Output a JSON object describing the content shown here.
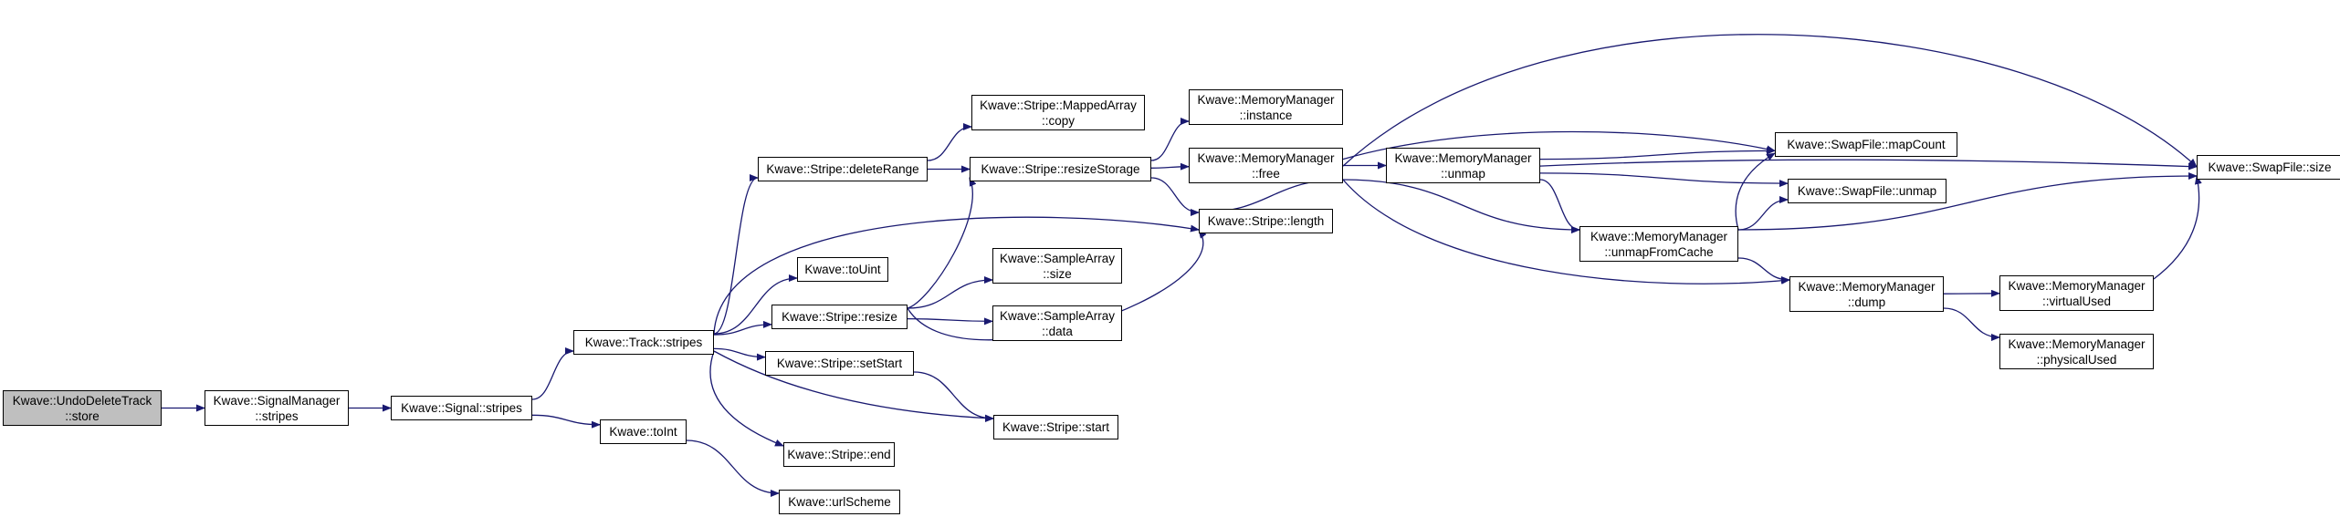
{
  "colors": {
    "edge": "#191970",
    "root_fill": "#bfbfbf",
    "node_fill": "#ffffff",
    "border": "#000000"
  },
  "nodes": [
    {
      "id": "n_undo_store",
      "lines": [
        "Kwave::UndoDeleteTrack",
        "::store"
      ],
      "root": true
    },
    {
      "id": "n_sigmgr_stripes",
      "lines": [
        "Kwave::SignalManager",
        "::stripes"
      ]
    },
    {
      "id": "n_signal_stripes",
      "lines": [
        "Kwave::Signal::stripes"
      ]
    },
    {
      "id": "n_track_stripes",
      "lines": [
        "Kwave::Track::stripes"
      ]
    },
    {
      "id": "n_toint",
      "lines": [
        "Kwave::toInt"
      ]
    },
    {
      "id": "n_deleterange",
      "lines": [
        "Kwave::Stripe::deleteRange"
      ]
    },
    {
      "id": "n_touint",
      "lines": [
        "Kwave::toUint"
      ]
    },
    {
      "id": "n_resize",
      "lines": [
        "Kwave::Stripe::resize"
      ]
    },
    {
      "id": "n_setstart",
      "lines": [
        "Kwave::Stripe::setStart"
      ]
    },
    {
      "id": "n_end",
      "lines": [
        "Kwave::Stripe::end"
      ]
    },
    {
      "id": "n_urlscheme",
      "lines": [
        "Kwave::urlScheme"
      ]
    },
    {
      "id": "n_mapped_copy",
      "lines": [
        "Kwave::Stripe::MappedArray",
        "::copy"
      ]
    },
    {
      "id": "n_resizestorage",
      "lines": [
        "Kwave::Stripe::resizeStorage"
      ]
    },
    {
      "id": "n_sa_size",
      "lines": [
        "Kwave::SampleArray",
        "::size"
      ]
    },
    {
      "id": "n_sa_data",
      "lines": [
        "Kwave::SampleArray",
        "::data"
      ]
    },
    {
      "id": "n_start",
      "lines": [
        "Kwave::Stripe::start"
      ]
    },
    {
      "id": "n_mm_instance",
      "lines": [
        "Kwave::MemoryManager",
        "::instance"
      ]
    },
    {
      "id": "n_mm_free",
      "lines": [
        "Kwave::MemoryManager",
        "::free"
      ]
    },
    {
      "id": "n_length",
      "lines": [
        "Kwave::Stripe::length"
      ]
    },
    {
      "id": "n_mm_unmap",
      "lines": [
        "Kwave::MemoryManager",
        "::unmap"
      ]
    },
    {
      "id": "n_mm_unmapcache",
      "lines": [
        "Kwave::MemoryManager",
        "::unmapFromCache"
      ]
    },
    {
      "id": "n_mm_dump",
      "lines": [
        "Kwave::MemoryManager",
        "::dump"
      ]
    },
    {
      "id": "n_sf_mapcount",
      "lines": [
        "Kwave::SwapFile::mapCount"
      ]
    },
    {
      "id": "n_sf_unmap",
      "lines": [
        "Kwave::SwapFile::unmap"
      ]
    },
    {
      "id": "n_mm_virtual",
      "lines": [
        "Kwave::MemoryManager",
        "::virtualUsed"
      ]
    },
    {
      "id": "n_mm_physical",
      "lines": [
        "Kwave::MemoryManager",
        "::physicalUsed"
      ]
    },
    {
      "id": "n_sf_size",
      "lines": [
        "Kwave::SwapFile::size"
      ]
    }
  ],
  "edges": [
    {
      "from": "n_undo_store",
      "to": "n_sigmgr_stripes"
    },
    {
      "from": "n_sigmgr_stripes",
      "to": "n_signal_stripes"
    },
    {
      "from": "n_signal_stripes",
      "to": "n_track_stripes"
    },
    {
      "from": "n_signal_stripes",
      "to": "n_toint"
    },
    {
      "from": "n_track_stripes",
      "to": "n_deleterange"
    },
    {
      "from": "n_track_stripes",
      "to": "n_length"
    },
    {
      "from": "n_track_stripes",
      "to": "n_touint"
    },
    {
      "from": "n_track_stripes",
      "to": "n_resize"
    },
    {
      "from": "n_track_stripes",
      "to": "n_setstart"
    },
    {
      "from": "n_track_stripes",
      "to": "n_start"
    },
    {
      "from": "n_track_stripes",
      "to": "n_end"
    },
    {
      "from": "n_toint",
      "to": "n_urlscheme"
    },
    {
      "from": "n_deleterange",
      "to": "n_mapped_copy"
    },
    {
      "from": "n_deleterange",
      "to": "n_resizestorage"
    },
    {
      "from": "n_resize",
      "to": "n_resizestorage"
    },
    {
      "from": "n_resize",
      "to": "n_sa_size"
    },
    {
      "from": "n_resize",
      "to": "n_sa_data"
    },
    {
      "from": "n_resize",
      "to": "n_length"
    },
    {
      "from": "n_setstart",
      "to": "n_start"
    },
    {
      "from": "n_resizestorage",
      "to": "n_mm_instance"
    },
    {
      "from": "n_resizestorage",
      "to": "n_mm_free"
    },
    {
      "from": "n_resizestorage",
      "to": "n_length"
    },
    {
      "from": "n_mm_free",
      "to": "n_length"
    },
    {
      "from": "n_mm_free",
      "to": "n_sf_size"
    },
    {
      "from": "n_mm_free",
      "to": "n_sf_mapcount"
    },
    {
      "from": "n_mm_free",
      "to": "n_mm_unmap"
    },
    {
      "from": "n_mm_free",
      "to": "n_mm_unmapcache"
    },
    {
      "from": "n_mm_free",
      "to": "n_mm_dump"
    },
    {
      "from": "n_mm_unmap",
      "to": "n_sf_mapcount"
    },
    {
      "from": "n_mm_unmap",
      "to": "n_sf_size"
    },
    {
      "from": "n_mm_unmap",
      "to": "n_sf_unmap"
    },
    {
      "from": "n_mm_unmap",
      "to": "n_mm_unmapcache"
    },
    {
      "from": "n_mm_unmapcache",
      "to": "n_sf_mapcount"
    },
    {
      "from": "n_mm_unmapcache",
      "to": "n_sf_unmap"
    },
    {
      "from": "n_mm_unmapcache",
      "to": "n_sf_size"
    },
    {
      "from": "n_mm_unmapcache",
      "to": "n_mm_dump"
    },
    {
      "from": "n_mm_dump",
      "to": "n_mm_virtual"
    },
    {
      "from": "n_mm_dump",
      "to": "n_mm_physical"
    },
    {
      "from": "n_mm_virtual",
      "to": "n_sf_size"
    }
  ]
}
